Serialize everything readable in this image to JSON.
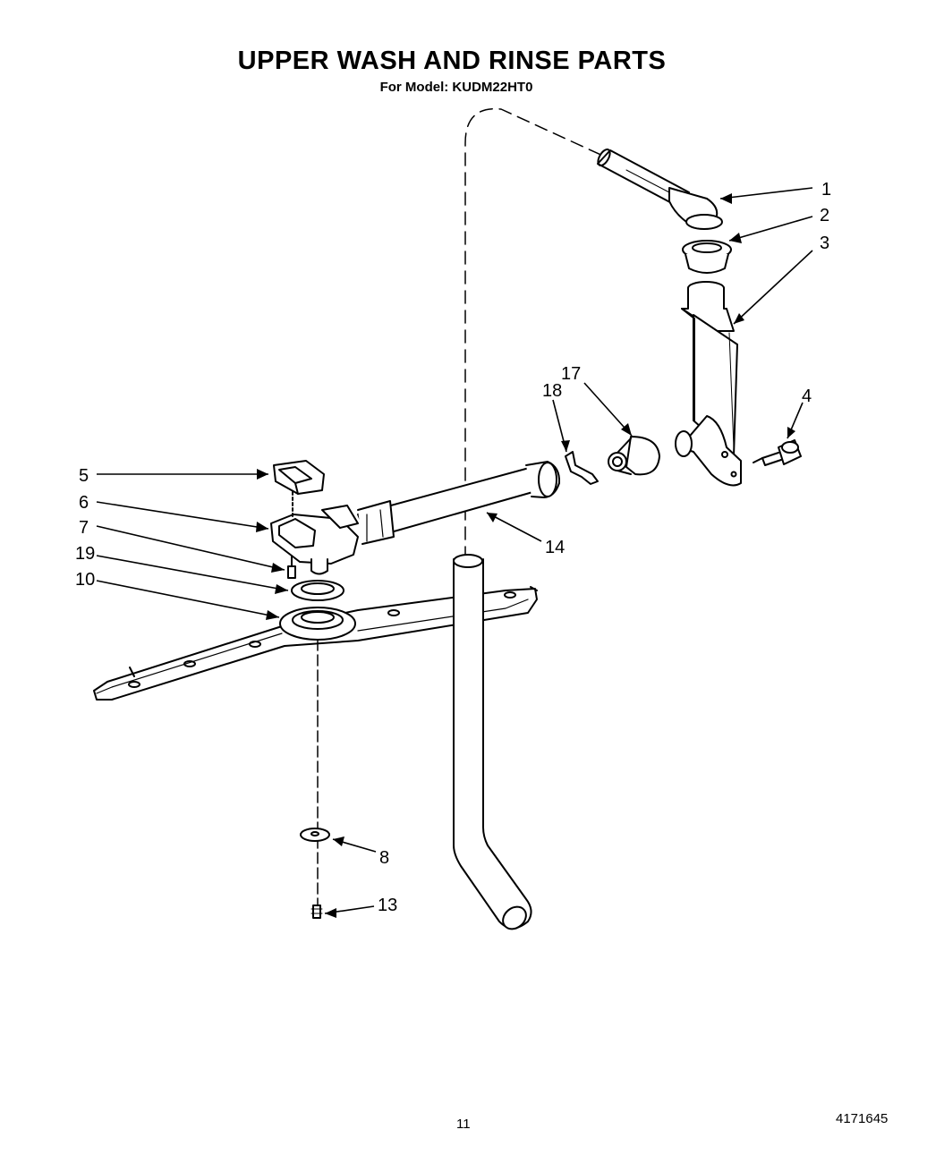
{
  "header": {
    "title": "UPPER WASH AND RINSE PARTS",
    "subtitle": "For Model: KUDM22HT0"
  },
  "callouts": [
    "1",
    "2",
    "3",
    "4",
    "5",
    "6",
    "7",
    "19",
    "10",
    "17",
    "18",
    "14",
    "8",
    "13"
  ],
  "footer": {
    "page_number": "11",
    "doc_number": "4171645"
  }
}
